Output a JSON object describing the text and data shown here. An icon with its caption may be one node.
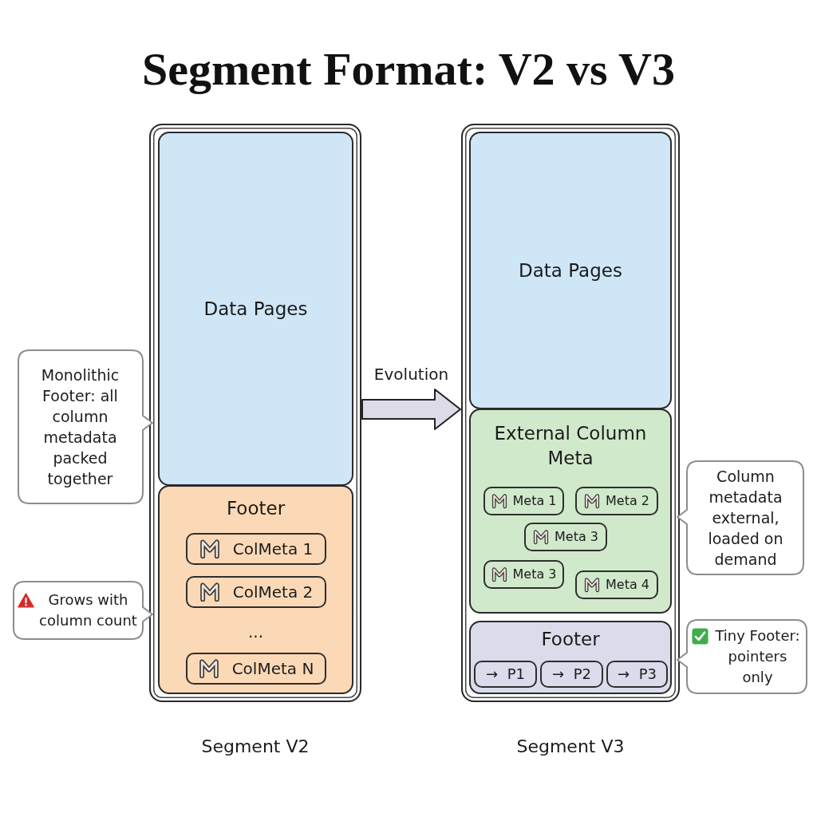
{
  "diagram": {
    "title": "Segment Format: V2 vs V3",
    "nodes": [
      {
        "text": [
          "Segment V2"
        ]
      },
      {
        "text": [
          "Data Pages"
        ],
        "in": 0
      },
      {
        "text": [
          "Footer",
          "..."
        ],
        "in": 0
      },
      {
        "text": [
          "ColMeta 1"
        ],
        "in": 2
      },
      {
        "text": [
          "ColMeta 2"
        ],
        "in": 2
      },
      {
        "text": [
          "ColMeta N"
        ],
        "in": 2
      },
      {
        "text": [
          "Monolithic Footer: all column metadata packed together"
        ]
      },
      {
        "text": [
          "Grows with column count"
        ]
      },
      {
        "text": [
          "Segment V3"
        ]
      },
      {
        "text": [
          "Data Pages"
        ],
        "in": 8
      },
      {
        "text": [
          "External Column Meta"
        ],
        "in": 8
      },
      {
        "text": [
          "Meta 1"
        ],
        "in": 10
      },
      {
        "text": [
          "Meta 2"
        ],
        "in": 10
      },
      {
        "text": [
          "Meta 3"
        ],
        "in": 10
      },
      {
        "text": [
          "Meta 3"
        ],
        "in": 10
      },
      {
        "text": [
          "Meta 4"
        ],
        "in": 10
      },
      {
        "text": [
          "Footer"
        ],
        "in": 8
      },
      {
        "text": [
          "→ P1"
        ],
        "in": 16
      },
      {
        "text": [
          "→ P2"
        ],
        "in": 16
      },
      {
        "text": [
          "→ P3"
        ],
        "in": 16
      },
      {
        "text": [
          "Column metadata external, loaded on demand"
        ]
      },
      {
        "text": [
          "Tiny Footer: pointers only"
        ]
      }
    ],
    "edges": [
      {
        "from": 0,
        "to": 8,
        "arrow": "to",
        "label": "Evolution",
        "style": "thick"
      }
    ]
  }
}
